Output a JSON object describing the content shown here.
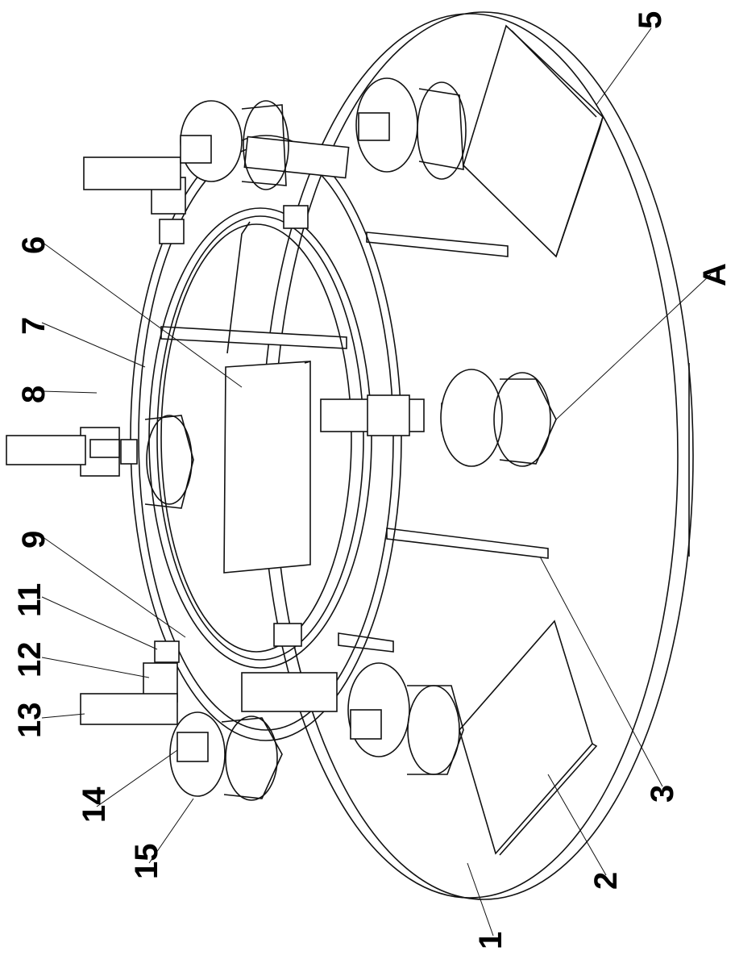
{
  "figure": {
    "labels": {
      "n1": "1",
      "n2": "2",
      "n3": "3",
      "n5": "5",
      "n6": "6",
      "n7": "7",
      "n8": "8",
      "n9": "9",
      "n11": "11",
      "n12": "12",
      "n13": "13",
      "n14": "14",
      "n15": "15",
      "nA": "A"
    }
  }
}
